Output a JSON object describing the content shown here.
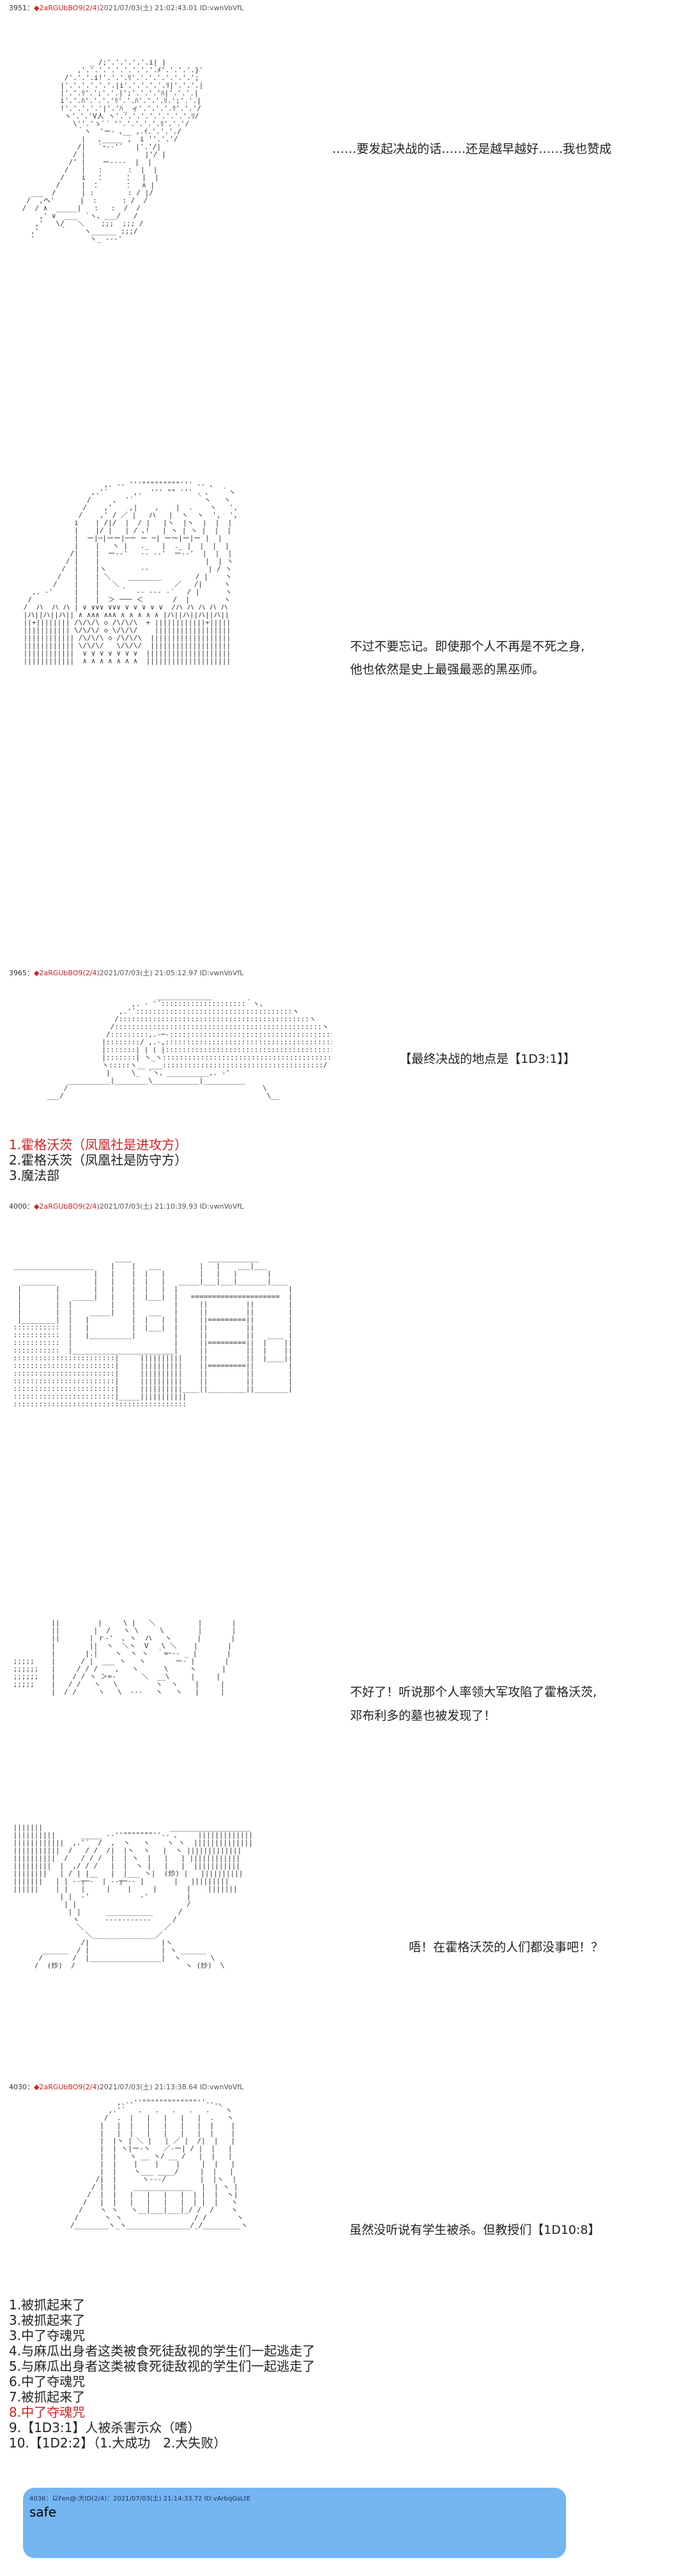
{
  "posts": [
    {
      "num": "3951：",
      "trip": "◆2aRGUbBO9(2/4)",
      "date": "2021/07/03(土) 21:02:43.01 ID:vwnVoVfL"
    },
    {
      "num": "3965：",
      "trip": "◆2aRGUbBO9(2/4)",
      "date": "2021/07/03(土) 21:05:12.97 ID:vwnVoVfL"
    },
    {
      "num": "4000：",
      "trip": "◆2aRGUbBO9(2/4)",
      "date": "2021/07/03(土) 21:10:39.93 ID:vwnVoVfL"
    },
    {
      "num": "4030：",
      "trip": "◆2aRGUbBO9(2/4)",
      "date": "2021/07/03(土) 21:13:38.64 ID:vwnVoVfL"
    }
  ],
  "dialogue": {
    "line1": "……要发起决战的话……还是越早越好……我也赞成",
    "line2a": "不过不要忘记。即使那个人不再是不死之身,",
    "line2b": "他也依然是史上最强最恶的黑巫师。",
    "line3": "【最终决战的地点是【1D3:1】】",
    "line4a": "不好了！听说那个人率领大军攻陷了霍格沃茨,",
    "line4b": "邓布利多的墓也被发现了！",
    "line5": "唔！在霍格沃茨的人们都没事吧！？",
    "line6": "虽然没听说有学生被杀。但教授们【1D10:8】"
  },
  "choice_list_1": [
    {
      "text": "1.霍格沃茨（凤凰社是进攻方）",
      "red": true
    },
    {
      "text": "2.霍格沃茨（凤凰社是防守方）",
      "red": false
    },
    {
      "text": "3.魔法部",
      "red": false
    }
  ],
  "choice_list_2": [
    {
      "text": "1.被抓起来了",
      "red": false
    },
    {
      "text": "3.被抓起来了",
      "red": false
    },
    {
      "text": "3.中了夺魂咒",
      "red": false
    },
    {
      "text": "4.与麻瓜出身者这类被食死徒敌视的学生们一起逃走了",
      "red": false
    },
    {
      "text": "5.与麻瓜出身者这类被食死徒敌视的学生们一起逃走了",
      "red": false
    },
    {
      "text": "6.中了夺魂咒",
      "red": false
    },
    {
      "text": "7.被抓起来了",
      "red": false
    },
    {
      "text": "8.中了夺魂咒",
      "red": true
    },
    {
      "text": "9.【1D3:1】人被杀害示众（嗜）",
      "red": false
    },
    {
      "text": "10.【1D2:2】（1.大成功　2.大失败）",
      "red": false
    }
  ],
  "safe_post": {
    "header": "4036：以Fen@:大ID(2/4)：2021/07/03(土) 21:14:33.72 ID:vArbqGsLtE",
    "body": "safe"
  },
  "colors": {
    "accent_red": "#cc2222",
    "bubble_blue": "#74b6f2"
  }
}
